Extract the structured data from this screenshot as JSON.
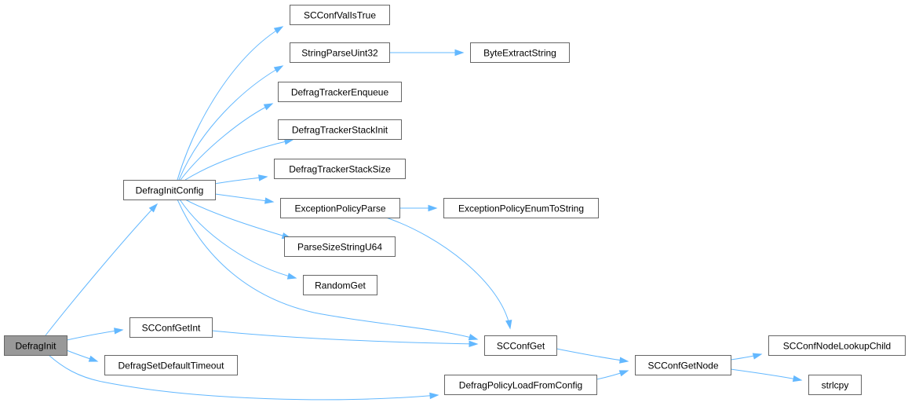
{
  "graph": {
    "root": "DefragInit",
    "colors": {
      "edge": "#63b8ff",
      "node_border": "#666666",
      "root_fill": "#999999",
      "node_fill": "#ffffff"
    },
    "nodes": [
      {
        "id": "DefragInit",
        "label": "DefragInit"
      },
      {
        "id": "DefragInitConfig",
        "label": "DefragInitConfig"
      },
      {
        "id": "SCConfGetInt",
        "label": "SCConfGetInt"
      },
      {
        "id": "DefragSetDefaultTimeout",
        "label": "DefragSetDefaultTimeout"
      },
      {
        "id": "DefragPolicyLoadFromConfig",
        "label": "DefragPolicyLoadFromConfig"
      },
      {
        "id": "SCConfValIsTrue",
        "label": "SCConfValIsTrue"
      },
      {
        "id": "StringParseUint32",
        "label": "StringParseUint32"
      },
      {
        "id": "DefragTrackerEnqueue",
        "label": "DefragTrackerEnqueue"
      },
      {
        "id": "DefragTrackerStackInit",
        "label": "DefragTrackerStackInit"
      },
      {
        "id": "DefragTrackerStackSize",
        "label": "DefragTrackerStackSize"
      },
      {
        "id": "ExceptionPolicyParse",
        "label": "ExceptionPolicyParse"
      },
      {
        "id": "ParseSizeStringU64",
        "label": "ParseSizeStringU64"
      },
      {
        "id": "RandomGet",
        "label": "RandomGet"
      },
      {
        "id": "ByteExtractString",
        "label": "ByteExtractString"
      },
      {
        "id": "ExceptionPolicyEnumToString",
        "label": "ExceptionPolicyEnumToString"
      },
      {
        "id": "SCConfGet",
        "label": "SCConfGet"
      },
      {
        "id": "SCConfGetNode",
        "label": "SCConfGetNode"
      },
      {
        "id": "SCConfNodeLookupChild",
        "label": "SCConfNodeLookupChild"
      },
      {
        "id": "strlcpy",
        "label": "strlcpy"
      }
    ],
    "edges": [
      {
        "from": "DefragInit",
        "to": "DefragInitConfig"
      },
      {
        "from": "DefragInit",
        "to": "SCConfGetInt"
      },
      {
        "from": "DefragInit",
        "to": "DefragSetDefaultTimeout"
      },
      {
        "from": "DefragInit",
        "to": "DefragPolicyLoadFromConfig"
      },
      {
        "from": "DefragInitConfig",
        "to": "SCConfValIsTrue"
      },
      {
        "from": "DefragInitConfig",
        "to": "StringParseUint32"
      },
      {
        "from": "DefragInitConfig",
        "to": "DefragTrackerEnqueue"
      },
      {
        "from": "DefragInitConfig",
        "to": "DefragTrackerStackInit"
      },
      {
        "from": "DefragInitConfig",
        "to": "DefragTrackerStackSize"
      },
      {
        "from": "DefragInitConfig",
        "to": "ExceptionPolicyParse"
      },
      {
        "from": "DefragInitConfig",
        "to": "ParseSizeStringU64"
      },
      {
        "from": "DefragInitConfig",
        "to": "RandomGet"
      },
      {
        "from": "DefragInitConfig",
        "to": "SCConfGet"
      },
      {
        "from": "StringParseUint32",
        "to": "ByteExtractString"
      },
      {
        "from": "ExceptionPolicyParse",
        "to": "ExceptionPolicyEnumToString"
      },
      {
        "from": "ExceptionPolicyParse",
        "to": "SCConfGet"
      },
      {
        "from": "SCConfGetInt",
        "to": "SCConfGet"
      },
      {
        "from": "SCConfGet",
        "to": "SCConfGetNode"
      },
      {
        "from": "DefragPolicyLoadFromConfig",
        "to": "SCConfGetNode"
      },
      {
        "from": "SCConfGetNode",
        "to": "SCConfNodeLookupChild"
      },
      {
        "from": "SCConfGetNode",
        "to": "strlcpy"
      }
    ]
  }
}
